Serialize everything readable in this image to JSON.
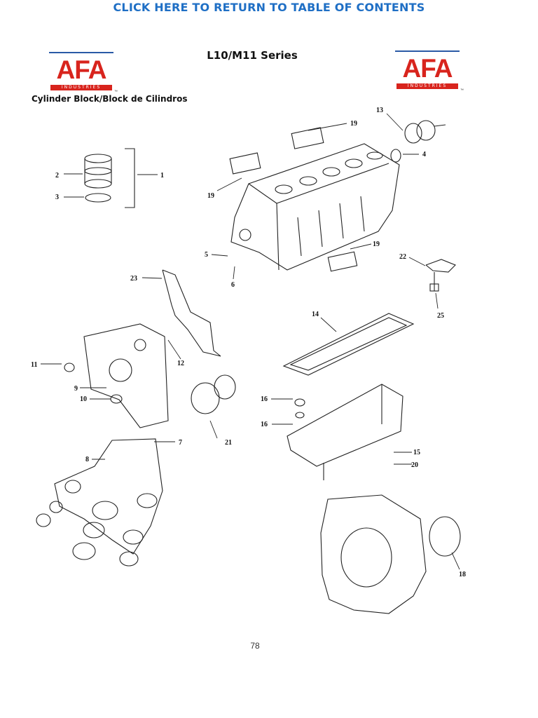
{
  "header": {
    "toc_link": "CLICK HERE TO RETURN TO TABLE OF CONTENTS"
  },
  "logo": {
    "text": "AFA",
    "tagline": "INDUSTRIES",
    "trademark": "™"
  },
  "title": "L10/M11 Series",
  "subtitle": "Cylinder Block/Block de Cilindros",
  "callouts": [
    "1",
    "2",
    "3",
    "4",
    "5",
    "6",
    "7",
    "8",
    "9",
    "10",
    "11",
    "12",
    "13",
    "14",
    "15",
    "16",
    "16",
    "18",
    "19",
    "19",
    "19",
    "20",
    "21",
    "22",
    "23",
    "25"
  ],
  "page_number": "78"
}
